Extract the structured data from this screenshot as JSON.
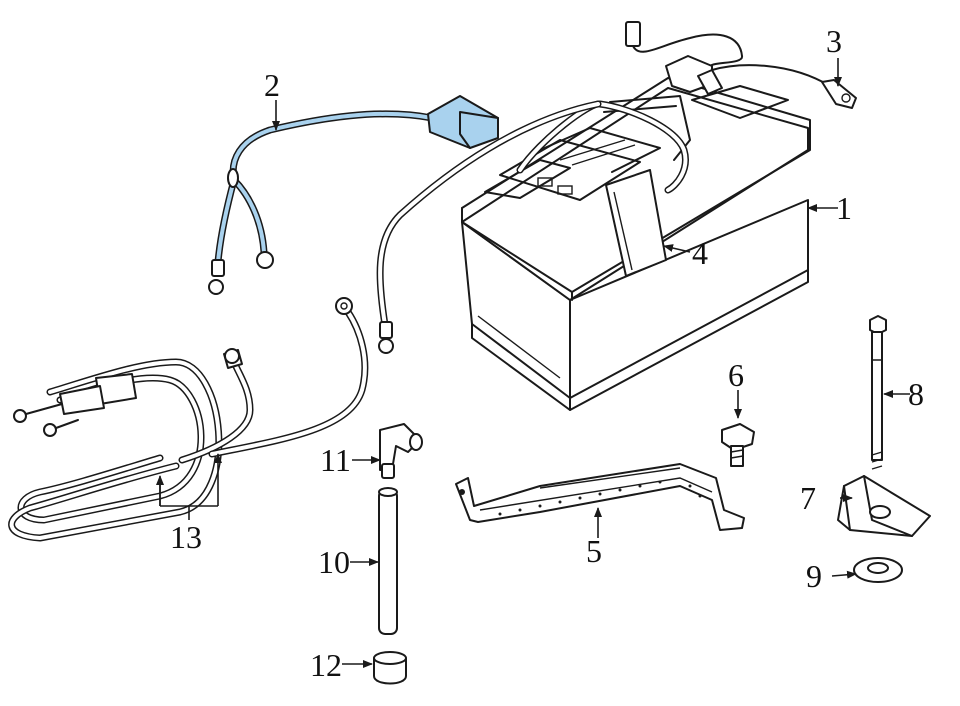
{
  "highlight_color": "#a9d2ee",
  "line_color": "#1a1a1a",
  "callouts": [
    "1",
    "2",
    "3",
    "4",
    "5",
    "6",
    "7",
    "8",
    "9",
    "10",
    "11",
    "12",
    "13"
  ]
}
